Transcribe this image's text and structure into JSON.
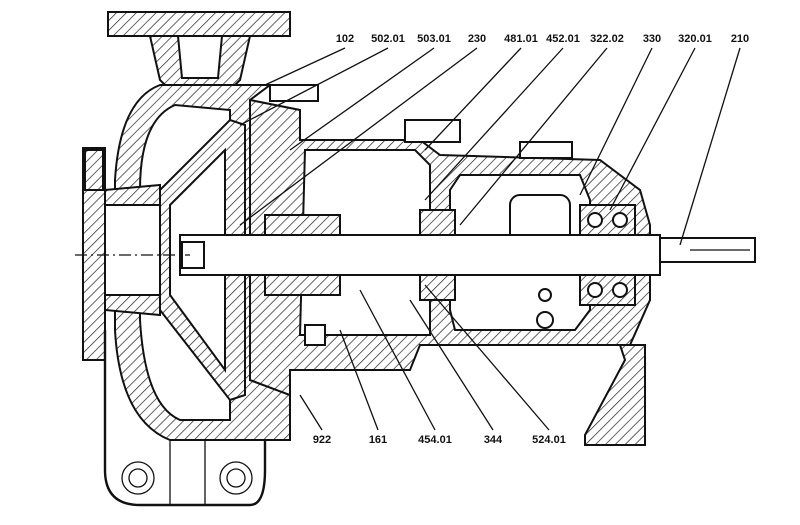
{
  "diagram": {
    "title": "Centrifugal pump sectional drawing",
    "top_labels": [
      "102",
      "502.01",
      "503.01",
      "230",
      "481.01",
      "452.01",
      "322.02",
      "330",
      "320.01",
      "210"
    ],
    "bottom_labels": [
      "922",
      "161",
      "454.01",
      "344",
      "524.01"
    ]
  }
}
